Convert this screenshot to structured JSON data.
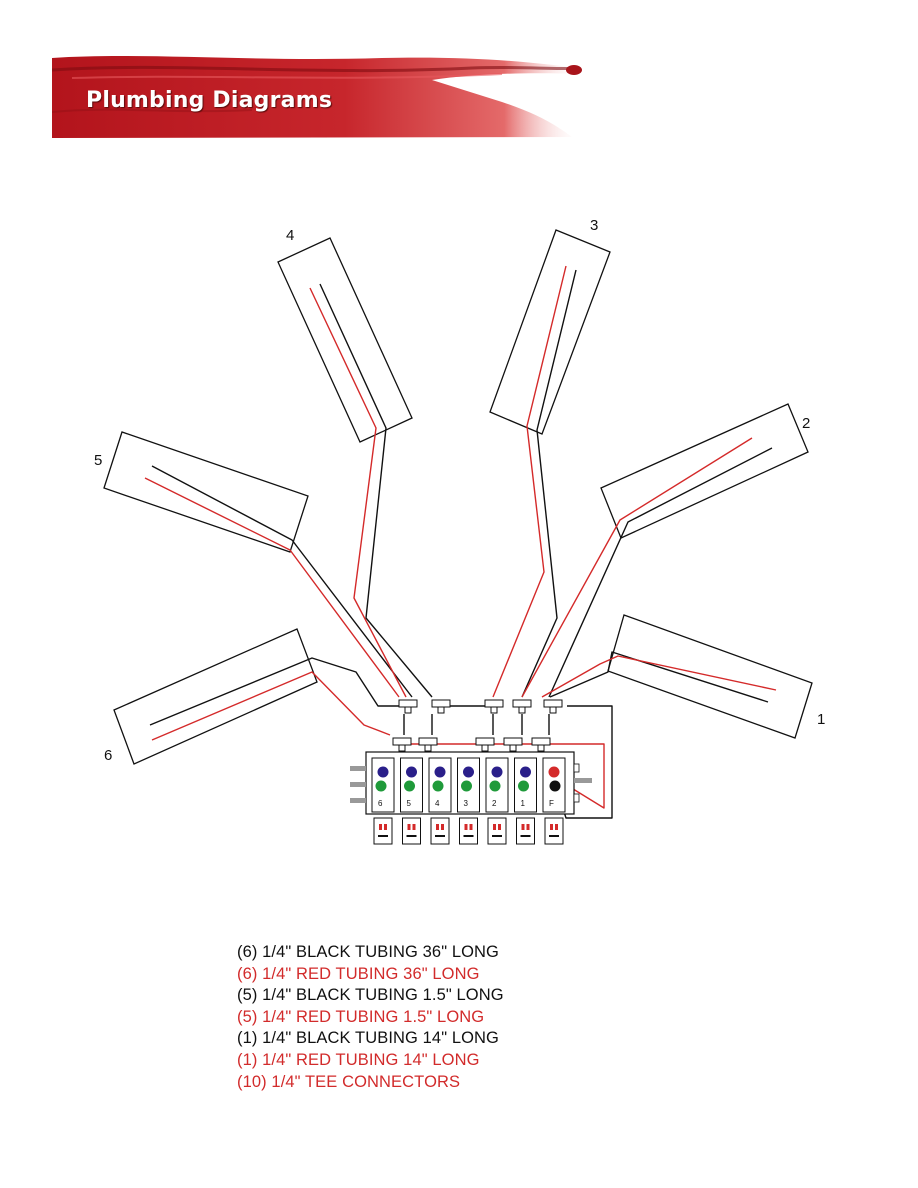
{
  "header": {
    "title": "Plumbing Diagrams"
  },
  "diagram": {
    "zone_labels": [
      "4",
      "3",
      "2",
      "5",
      "1",
      "6"
    ],
    "manifold_labels": [
      "6",
      "5",
      "4",
      "3",
      "2",
      "1",
      "F"
    ]
  },
  "parts_list": [
    {
      "text": "(6) 1/4\" BLACK TUBING 36\" LONG",
      "color": "black"
    },
    {
      "text": "(6) 1/4\" RED TUBING 36\" LONG",
      "color": "red"
    },
    {
      "text": "(5) 1/4\" BLACK TUBING 1.5\" LONG",
      "color": "black"
    },
    {
      "text": "(5) 1/4\" RED TUBING 1.5\" LONG",
      "color": "red"
    },
    {
      "text": "(1) 1/4\" BLACK TUBING 14\" LONG",
      "color": "black"
    },
    {
      "text": "(1) 1/4\" RED TUBING  14\" LONG",
      "color": "red"
    },
    {
      "text": "(10) 1/4\" TEE CONNECTORS",
      "color": "red"
    }
  ],
  "colors": {
    "banner_red": "#c8202a",
    "tube_red": "#d42a2a",
    "tube_black": "#111111",
    "port_blue": "#2a1f8a",
    "port_green": "#1f9a3a"
  }
}
